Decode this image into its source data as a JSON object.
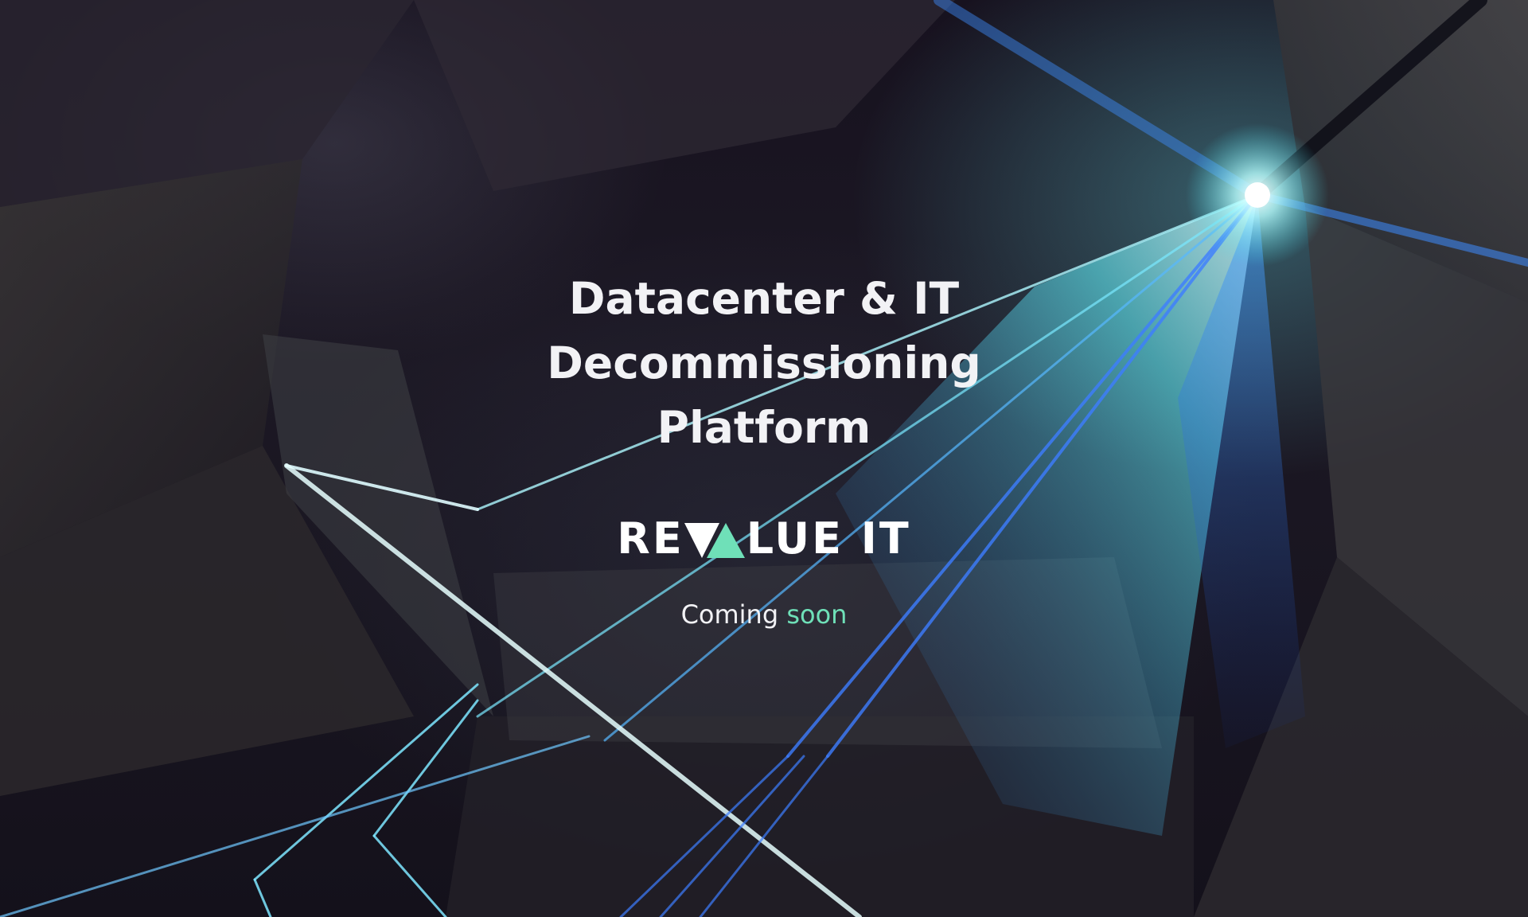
{
  "hero": {
    "headline_lines": [
      "Datacenter & IT",
      "Decommissioning",
      "Platform"
    ],
    "tagline_prefix": "Coming",
    "tagline_accent": "soon"
  },
  "brand": {
    "logo_left": "RE",
    "logo_right": "LUE IT",
    "accent_color": "#6fe0b8",
    "logo_mark_icon": "triangle-mark-icon"
  },
  "colors": {
    "text": "#f2f2f5",
    "accent": "#6fe0b8",
    "laser_cyan": "#7ff0ff",
    "laser_blue": "#2f6bff"
  }
}
